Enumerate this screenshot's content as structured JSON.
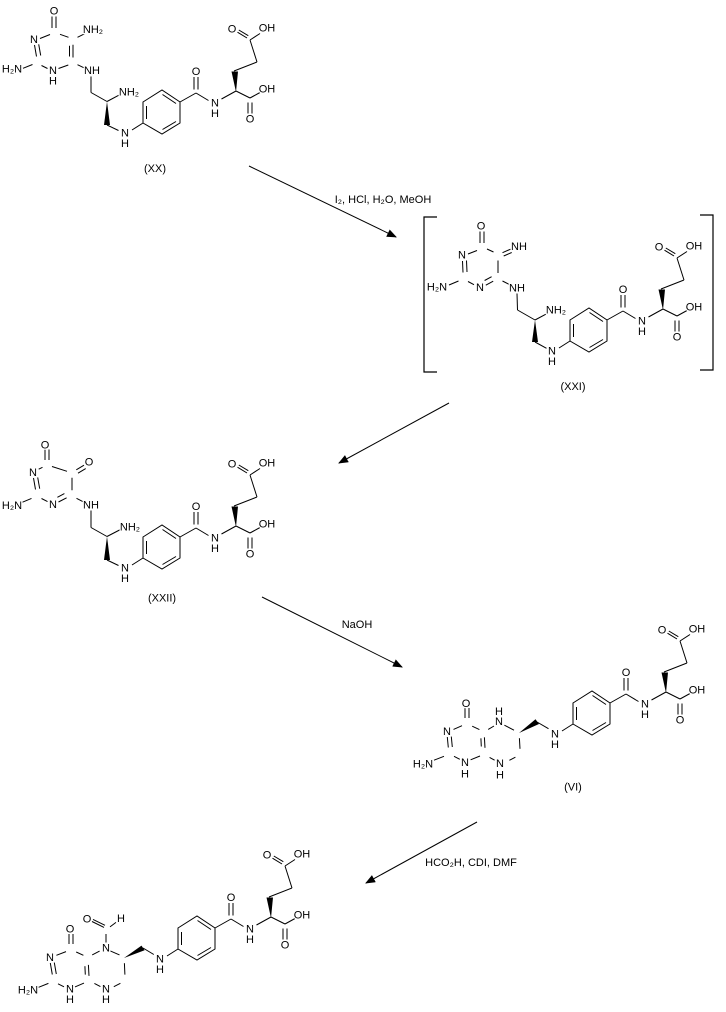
{
  "colors": {
    "background": "#ffffff",
    "line": "#000000"
  },
  "atom_labels": {
    "O": "O",
    "OH": "OH",
    "N": "N",
    "NH": "NH",
    "NH2": "NH₂",
    "H2N": "H₂N",
    "H": "H"
  },
  "compounds": {
    "xx": {
      "label": "(XX)"
    },
    "xxi": {
      "label": "(XXI)",
      "bracketed": true
    },
    "xxii": {
      "label": "(XXII)"
    },
    "vi": {
      "label": "(VI)"
    }
  },
  "reagents": {
    "step1": "I₂, HCl, H₂O, MeOH",
    "step3": "NaOH",
    "step4": "HCO₂H, CDI, DMF"
  },
  "steps": [
    {
      "from": "(XX)",
      "to": "(XXI)",
      "reagents": "I₂, HCl, H₂O, MeOH"
    },
    {
      "from": "(XXI)",
      "to": "(XXII)",
      "reagents": ""
    },
    {
      "from": "(XXII)",
      "to": "(VI)",
      "reagents": "NaOH"
    },
    {
      "from": "(VI)",
      "to": "",
      "reagents": "HCO₂H, CDI, DMF"
    }
  ]
}
